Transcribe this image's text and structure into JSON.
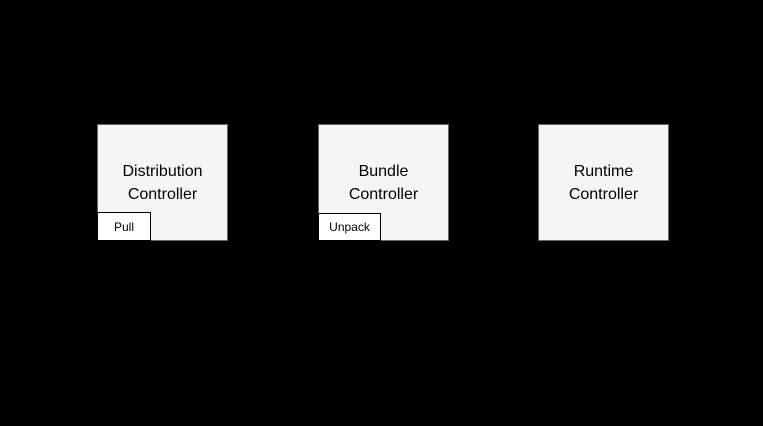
{
  "diagram": {
    "background_color": "#000000",
    "colors": {
      "node_fill": "#f5f5f5",
      "node_border": "#666666",
      "action_fill": "#ffffff",
      "action_border": "#000000",
      "text": "#000000"
    },
    "nodes": [
      {
        "id": "distribution-controller",
        "label": "Distribution Controller",
        "action": "Pull"
      },
      {
        "id": "bundle-controller",
        "label": "Bundle Controller",
        "action": "Unpack"
      },
      {
        "id": "runtime-controller",
        "label": "Runtime Controller",
        "action": null
      }
    ]
  }
}
